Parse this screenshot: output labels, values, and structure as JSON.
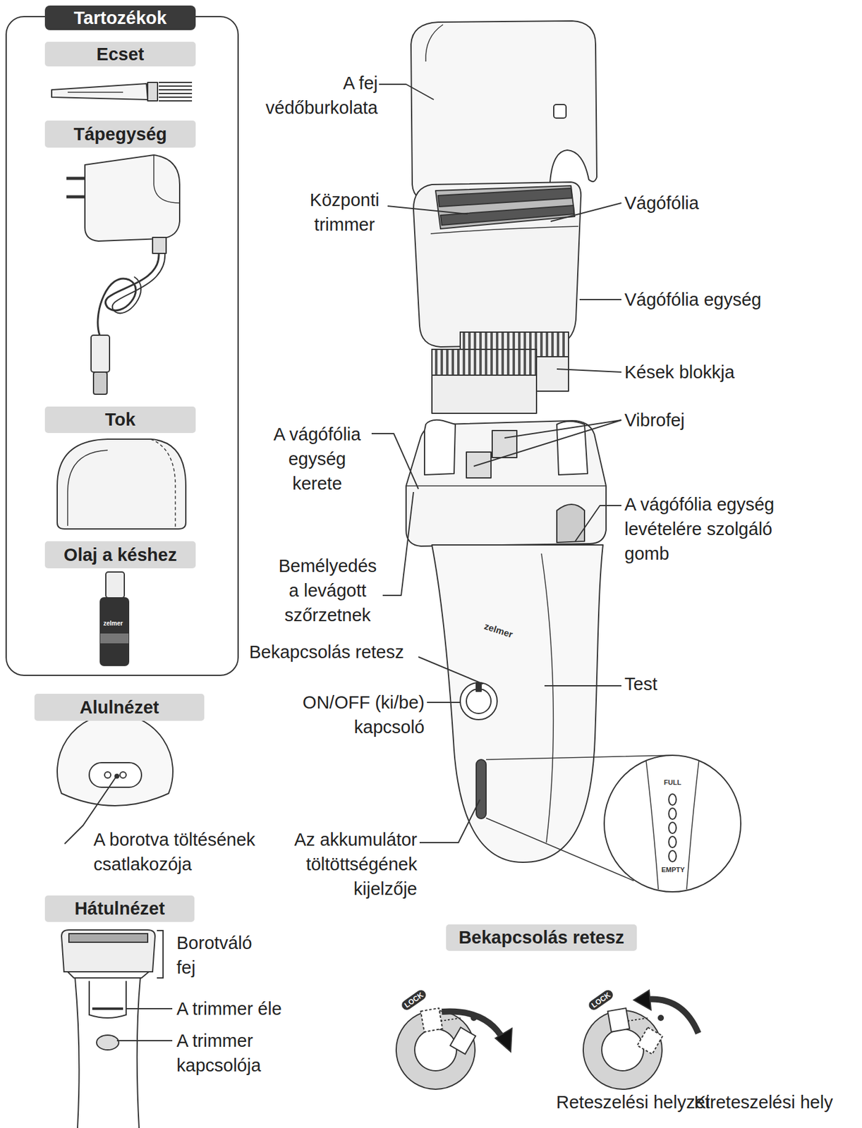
{
  "diagram": {
    "nodes": [
      {
        "text": [
          "Tartozékok"
        ]
      },
      {
        "text": [
          "Ecset"
        ],
        "in": 0
      },
      {
        "text": [
          "Tápegység"
        ],
        "in": 0
      },
      {
        "text": [
          "Tok"
        ],
        "in": 0
      },
      {
        "text": [
          "Olaj a késhez"
        ],
        "in": 0
      },
      {
        "text": [
          "Alulnézet"
        ]
      },
      {
        "text": [
          "Hátulnézet"
        ]
      },
      {
        "text": [
          "Bekapcsolás retesz"
        ]
      }
    ],
    "labels": [
      "A fej védőburkolata",
      "Központi trimmer",
      "Vágófólia",
      "Vágófólia egység",
      "Kések blokkja",
      "Vibrofej",
      "A vágófólia egység kerete",
      "A vágófólia egység levételére szolgáló gomb",
      "Bemélyedés a levágott szőrzetnek",
      "Bekapcsolás retesz",
      "ON/OFF (ki/be) kapcsoló",
      "Test",
      "Az akkumulátor töltöttségének kijelzője",
      "FULL",
      "EMPTY",
      "zelmer",
      "zelmer",
      "A borotva töltésének csatlakozója",
      "Borotváló fej",
      "A trimmer éle",
      "A trimmer kapcsolója",
      "LOCK",
      "LOCK",
      "Reteszelési helyzet",
      "Kireteszelési hely"
    ]
  }
}
